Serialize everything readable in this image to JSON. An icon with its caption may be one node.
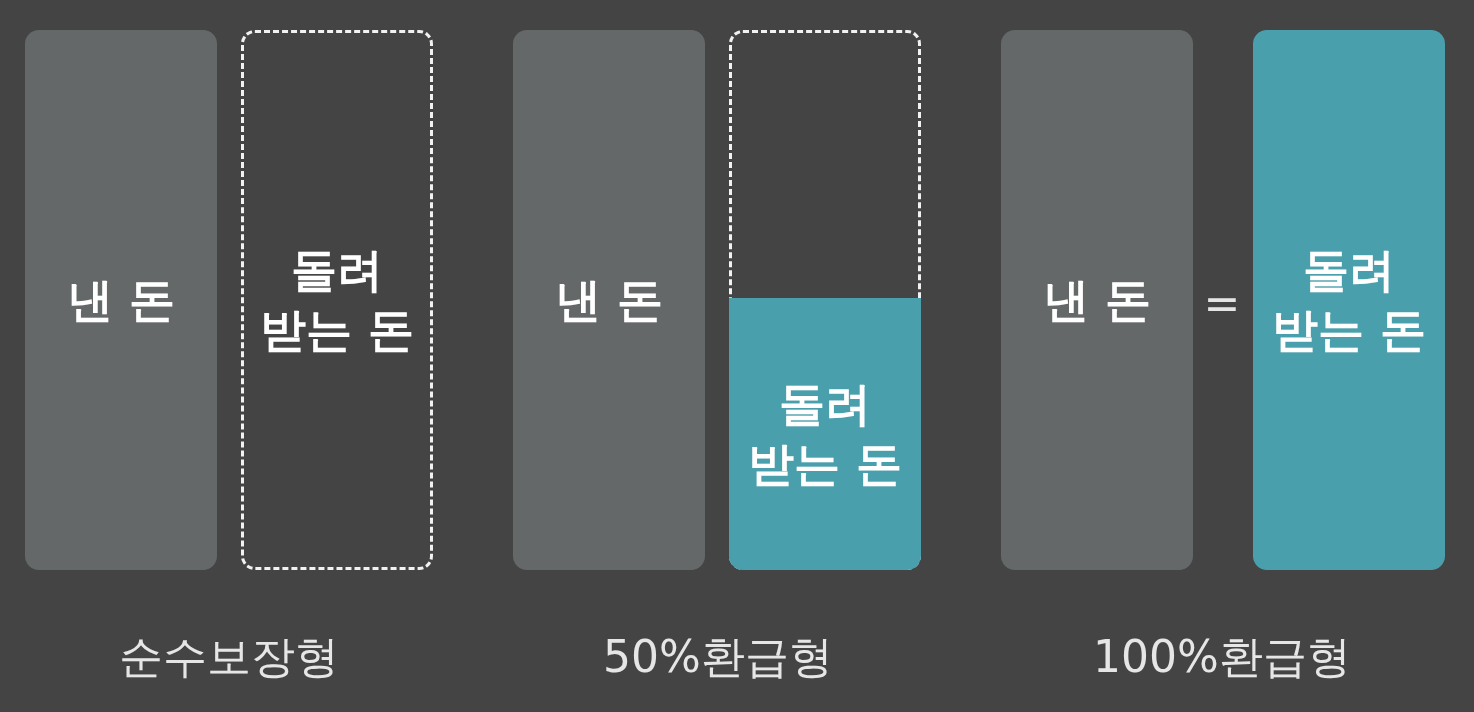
{
  "diagram": {
    "nodes": [
      {
        "text": [
          "낸 돈"
        ]
      },
      {
        "text": [
          "돌려 받는 돈"
        ]
      },
      {
        "text": [
          "낸 돈"
        ]
      },
      {
        "text": [],
        "shape": "box"
      },
      {
        "text": [
          "돌려 받는 돈"
        ],
        "in": 3
      },
      {
        "text": [
          "낸 돈"
        ]
      },
      {
        "text": [
          "돌려 받는 돈"
        ]
      }
    ],
    "labels": [
      "=",
      "순수보장형",
      "50%환급형",
      "100%환급형"
    ]
  }
}
